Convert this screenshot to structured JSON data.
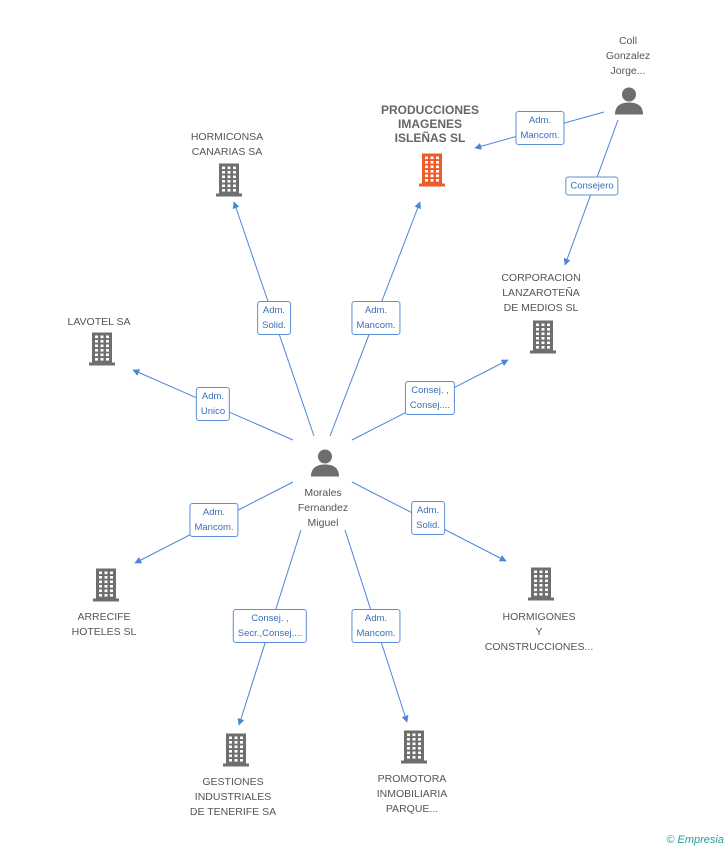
{
  "colors": {
    "edge": "#4a86d8",
    "building": "#6e6e6e",
    "building_highlight": "#f05a28",
    "person": "#6e6e6e"
  },
  "nodes": {
    "person_main": {
      "lines": [
        "Morales",
        "Fernandez",
        "Miguel"
      ],
      "icon": "person-icon"
    },
    "person_coll": {
      "lines": [
        "Coll",
        "Gonzalez",
        "Jorge..."
      ],
      "icon": "person-icon"
    },
    "producciones": {
      "lines": [
        "PRODUCCIONES",
        "IMAGENES",
        "ISLEÑAS SL"
      ],
      "icon": "building-icon",
      "highlight": true
    },
    "hormiconsa": {
      "lines": [
        "HORMICONSA",
        "CANARIAS SA"
      ],
      "icon": "building-icon"
    },
    "corporacion": {
      "lines": [
        "CORPORACION",
        "LANZAROTEÑA",
        "DE MEDIOS SL"
      ],
      "icon": "building-icon"
    },
    "lavotel": {
      "lines": [
        "LAVOTEL SA"
      ],
      "icon": "building-icon"
    },
    "arrecife": {
      "lines": [
        "ARRECIFE",
        "HOTELES SL"
      ],
      "icon": "building-icon"
    },
    "hormigones": {
      "lines": [
        "HORMIGONES",
        "Y",
        "CONSTRUCCIONES..."
      ],
      "icon": "building-icon"
    },
    "gestiones": {
      "lines": [
        "GESTIONES",
        "INDUSTRIALES",
        "DE TENERIFE SA"
      ],
      "icon": "building-icon"
    },
    "promotora": {
      "lines": [
        "PROMOTORA",
        "INMOBILIARIA",
        "PARQUE..."
      ],
      "icon": "building-icon"
    }
  },
  "edges": [
    {
      "from": "person_coll",
      "to": "producciones",
      "label": [
        "Adm.",
        "Mancom."
      ]
    },
    {
      "from": "person_coll",
      "to": "corporacion",
      "label": [
        "Consejero"
      ]
    },
    {
      "from": "person_main",
      "to": "hormiconsa",
      "label": [
        "Adm.",
        "Solid."
      ]
    },
    {
      "from": "person_main",
      "to": "producciones",
      "label": [
        "Adm.",
        "Mancom."
      ]
    },
    {
      "from": "person_main",
      "to": "lavotel",
      "label": [
        "Adm.",
        "Unico"
      ]
    },
    {
      "from": "person_main",
      "to": "corporacion",
      "label": [
        "Consej. ,",
        "Consej...."
      ]
    },
    {
      "from": "person_main",
      "to": "arrecife",
      "label": [
        "Adm.",
        "Mancom."
      ]
    },
    {
      "from": "person_main",
      "to": "hormigones",
      "label": [
        "Adm.",
        "Solid."
      ]
    },
    {
      "from": "person_main",
      "to": "gestiones",
      "label": [
        "Consej. ,",
        "Secr.,Consej...."
      ]
    },
    {
      "from": "person_main",
      "to": "promotora",
      "label": [
        "Adm.",
        "Mancom."
      ]
    }
  ],
  "footer": {
    "copyright": "©",
    "brand": "Empresia"
  }
}
